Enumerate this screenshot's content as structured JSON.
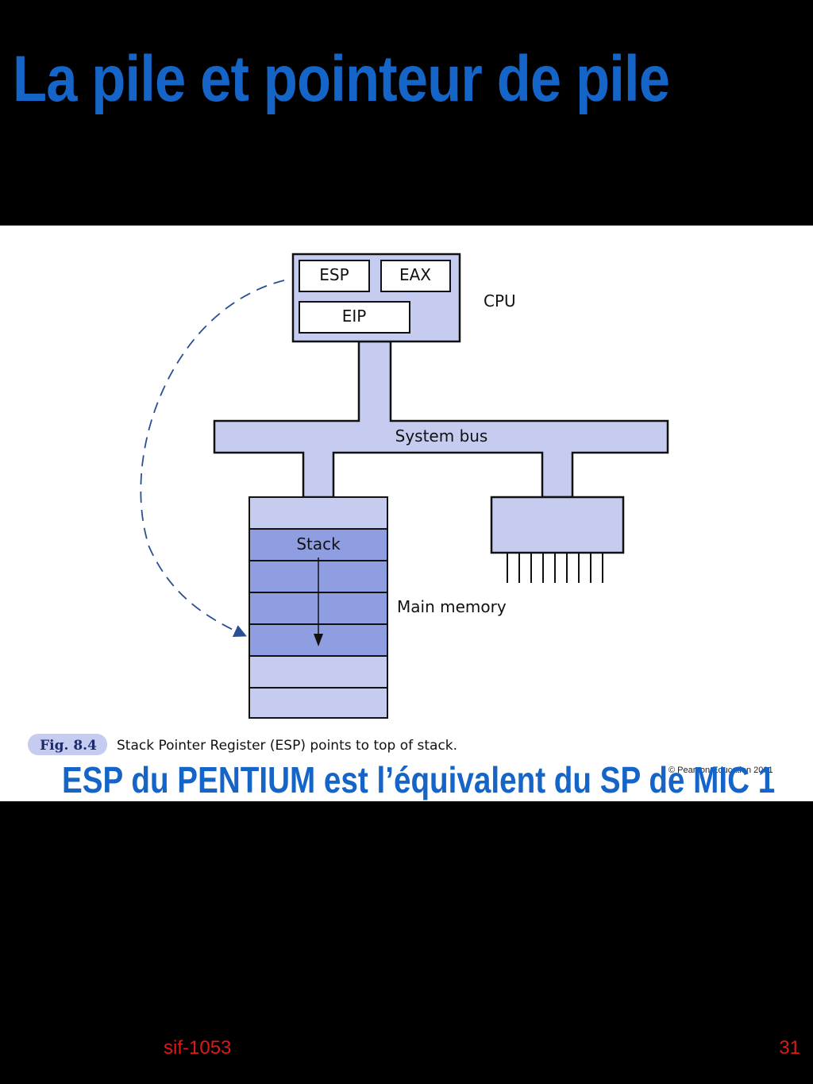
{
  "title": "La pile et pointeur de pile",
  "diagram": {
    "cpu": {
      "label": "CPU",
      "registers": [
        "ESP",
        "EAX",
        "EIP"
      ]
    },
    "bus_label": "System bus",
    "stack_label": "Stack",
    "memory_label": "Main memory",
    "caption": {
      "tag": "Fig. 8.4",
      "text": "Stack Pointer Register (ESP) points to top of stack."
    },
    "copyright": "© Pearson Education 2001"
  },
  "statement": "ESP du PENTIUM  est l’équivalent du SP de MIC 1",
  "footer": {
    "course": "sif-1053",
    "page": "31"
  },
  "colors": {
    "title": "#1565c8",
    "diagram_fill": "#c5ccf0",
    "stack_fill": "#8f9ee0",
    "arrow": "#2a4f96",
    "footer": "#e01818"
  }
}
